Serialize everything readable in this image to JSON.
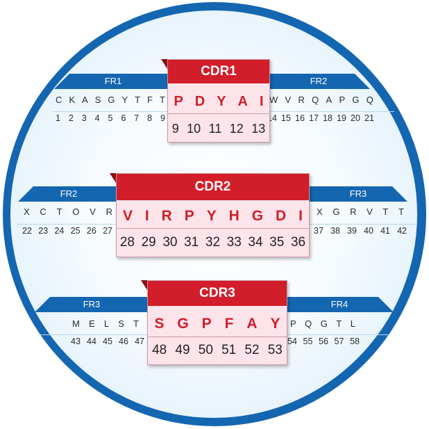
{
  "rows": [
    {
      "left_fr": {
        "label": "FR1",
        "residues": [
          "C",
          "K",
          "A",
          "S",
          "G",
          "Y",
          "T",
          "F",
          "T"
        ],
        "numbers": [
          "1",
          "2",
          "3",
          "4",
          "5",
          "6",
          "7",
          "8",
          "9"
        ]
      },
      "cdr": {
        "label": "CDR1",
        "residues": [
          "P",
          "D",
          "Y",
          "A",
          "I"
        ],
        "numbers": [
          "9",
          "10",
          "11",
          "12",
          "13"
        ]
      },
      "right_fr": {
        "label": "FR2",
        "residues": [
          "W",
          "V",
          "R",
          "Q",
          "A",
          "P",
          "G",
          "Q"
        ],
        "numbers": [
          "14",
          "15",
          "16",
          "17",
          "18",
          "19",
          "20",
          "21"
        ]
      }
    },
    {
      "left_fr": {
        "label": "FR2",
        "residues": [
          "X",
          "C",
          "T",
          "O",
          "V",
          "R"
        ],
        "numbers": [
          "22",
          "23",
          "24",
          "25",
          "26",
          "27"
        ]
      },
      "cdr": {
        "label": "CDR2",
        "residues": [
          "V",
          "I",
          "R",
          "P",
          "Y",
          "H",
          "G",
          "D",
          "I"
        ],
        "numbers": [
          "28",
          "29",
          "30",
          "31",
          "32",
          "33",
          "34",
          "35",
          "36"
        ]
      },
      "right_fr": {
        "label": "FR3",
        "residues": [
          "X",
          "G",
          "R",
          "V",
          "T",
          "T"
        ],
        "numbers": [
          "37",
          "38",
          "39",
          "40",
          "41",
          "42"
        ]
      }
    },
    {
      "left_fr": {
        "label": "FR3",
        "residues": [
          "M",
          "E",
          "L",
          "S",
          "T"
        ],
        "numbers": [
          "43",
          "44",
          "45",
          "46",
          "47"
        ]
      },
      "cdr": {
        "label": "CDR3",
        "residues": [
          "S",
          "G",
          "P",
          "F",
          "A",
          "Y"
        ],
        "numbers": [
          "48",
          "49",
          "50",
          "51",
          "52",
          "53"
        ]
      },
      "right_fr": {
        "label": "FR4",
        "residues": [
          "P",
          "Q",
          "G",
          "T",
          "L"
        ],
        "numbers": [
          "54",
          "55",
          "56",
          "57",
          "58"
        ]
      }
    }
  ],
  "colors": {
    "frame_blue": "#1466b1",
    "cdr_red": "#d11e2a",
    "cdr_fill": "#fde4ea"
  }
}
